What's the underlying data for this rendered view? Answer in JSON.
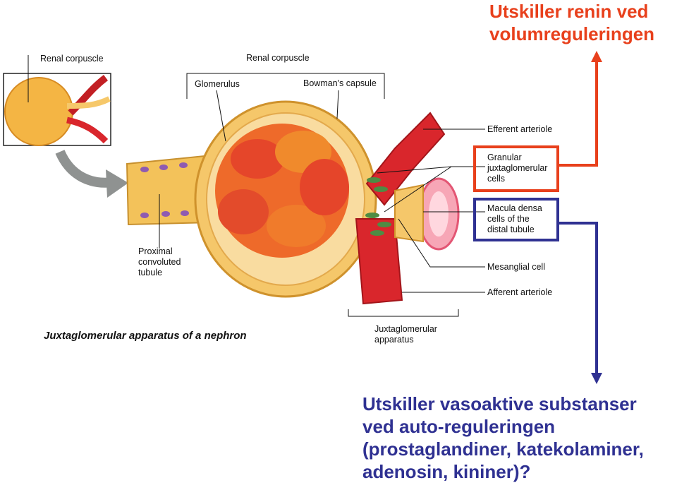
{
  "top_annotation": "Utskiller renin ved\nvolumreguleringen",
  "bottom_annotation": "Utskiller vasoaktive substanser\nved auto-reguleringen\n(prostaglandiner, katekolaminer,\nadenosin, kininer)?",
  "caption": "Juxtaglomerular apparatus of a nephron",
  "labels": {
    "renal_corpuscle_inset": "Renal corpuscle",
    "renal_corpuscle": "Renal corpuscle",
    "glomerulus": "Glomerulus",
    "bowmans_capsule": "Bowman's capsule",
    "efferent_arteriole": "Efferent arteriole",
    "granular_cells": "Granular\njuxtaglomerular\ncells",
    "macula_densa": "Macula densa\ncells of the\ndistal tubule",
    "mesanglial_cell": "Mesanglial cell",
    "afferent_arteriole": "Afferent arteriole",
    "proximal_tubule": "Proximal\nconvoluted\ntubule",
    "jg_apparatus": "Juxtaglomerular\napparatus"
  },
  "colors": {
    "renin_box": "#e8401c",
    "vasoactive_box": "#2f3192",
    "vessel_red": "#d9262c",
    "tubule_yellow": "#f3c25a",
    "glomerulus_orange": "#f07a2a"
  }
}
